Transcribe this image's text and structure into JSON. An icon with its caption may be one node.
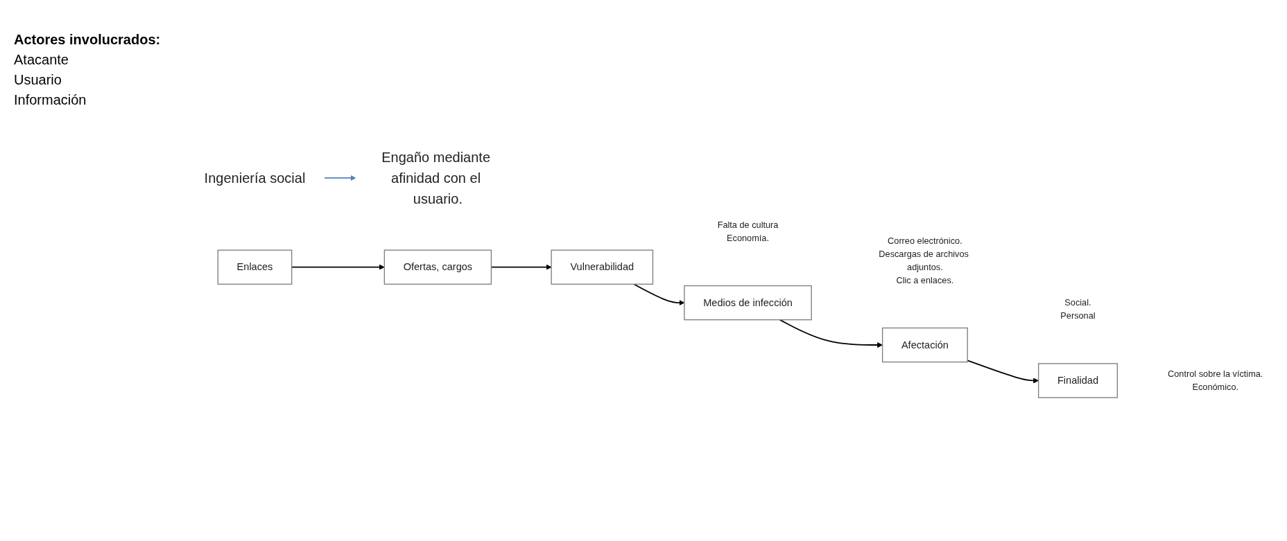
{
  "diagram": {
    "nodes": [
      {
        "text": [
          "Ingeniería social"
        ]
      },
      {
        "text": [
          "Engaño mediante afinidad con el usuario."
        ]
      },
      {
        "text": [
          "Enlaces"
        ]
      },
      {
        "text": [
          "Ofertas, cargos"
        ]
      },
      {
        "text": [
          "Vulnerabilidad"
        ],
        "beside": [
          "Falta de cultura",
          "Economía."
        ]
      },
      {
        "text": [
          "Medios de infección"
        ],
        "beside": [
          "Correo electrónico.",
          "Descargas de archivos adjuntos.",
          "Clic a enlaces."
        ]
      },
      {
        "text": [
          "Afectación"
        ],
        "beside": [
          "Social.",
          "Personal"
        ]
      },
      {
        "text": [
          "Finalidad"
        ],
        "beside": [
          "Control sobre la víctima.",
          "Económico."
        ]
      }
    ],
    "edges": [
      {
        "from": 0,
        "to": 1,
        "arrow": "to",
        "color": "#4f81bd"
      },
      {
        "from": 2,
        "to": 3,
        "arrow": "to"
      },
      {
        "from": 3,
        "to": 4,
        "arrow": "to"
      },
      {
        "from": 4,
        "to": 5,
        "arrow": "to"
      },
      {
        "from": 5,
        "to": 6,
        "arrow": "to"
      },
      {
        "from": 6,
        "to": 7,
        "arrow": "to"
      }
    ],
    "labels": [
      "Actores involucrados:",
      "Atacante",
      "Usuario",
      "Información"
    ]
  }
}
